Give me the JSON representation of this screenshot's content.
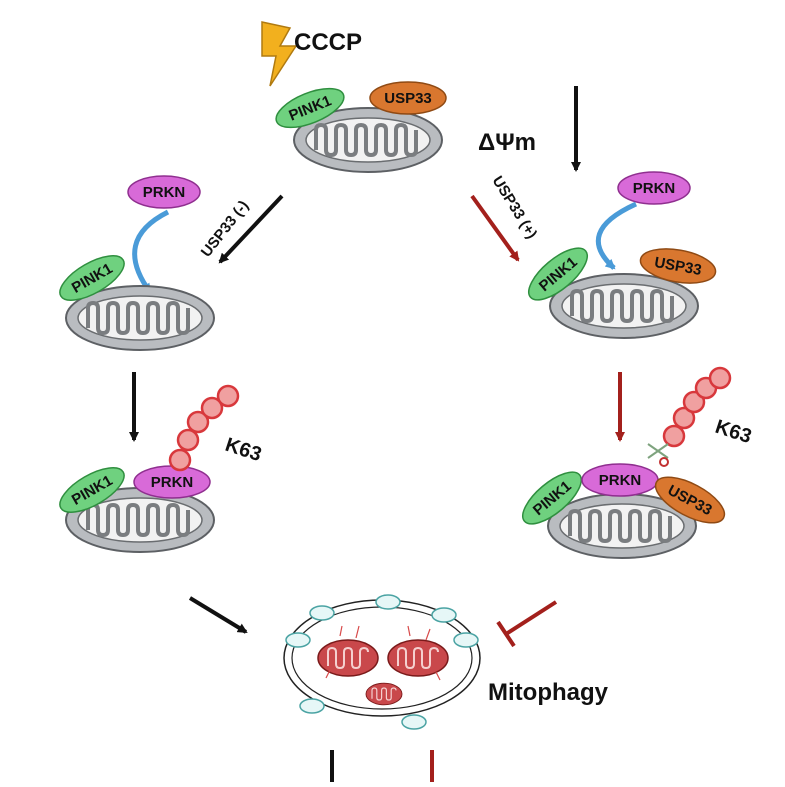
{
  "stimulus": {
    "label": "CCCP"
  },
  "membrane_potential": {
    "label": "ΔΨm"
  },
  "proteins": {
    "pink1": "PINK1",
    "usp33": "USP33",
    "prkn": "PRKN"
  },
  "pathways": {
    "left_condition": "USP33 (-)",
    "right_condition": "USP33 (+)"
  },
  "ubiquitin": {
    "chain_label": "K63"
  },
  "outcome": {
    "label": "Mitophagy"
  },
  "colors": {
    "pink1": "#6fd17f",
    "usp33": "#d9772f",
    "prkn": "#d86ad8",
    "mitochondrion": "#b9bcc0",
    "ubiquitin": "#f0a0a0",
    "dark_red_arrow": "#a3201c",
    "blue_arrow": "#4a9bd8"
  }
}
